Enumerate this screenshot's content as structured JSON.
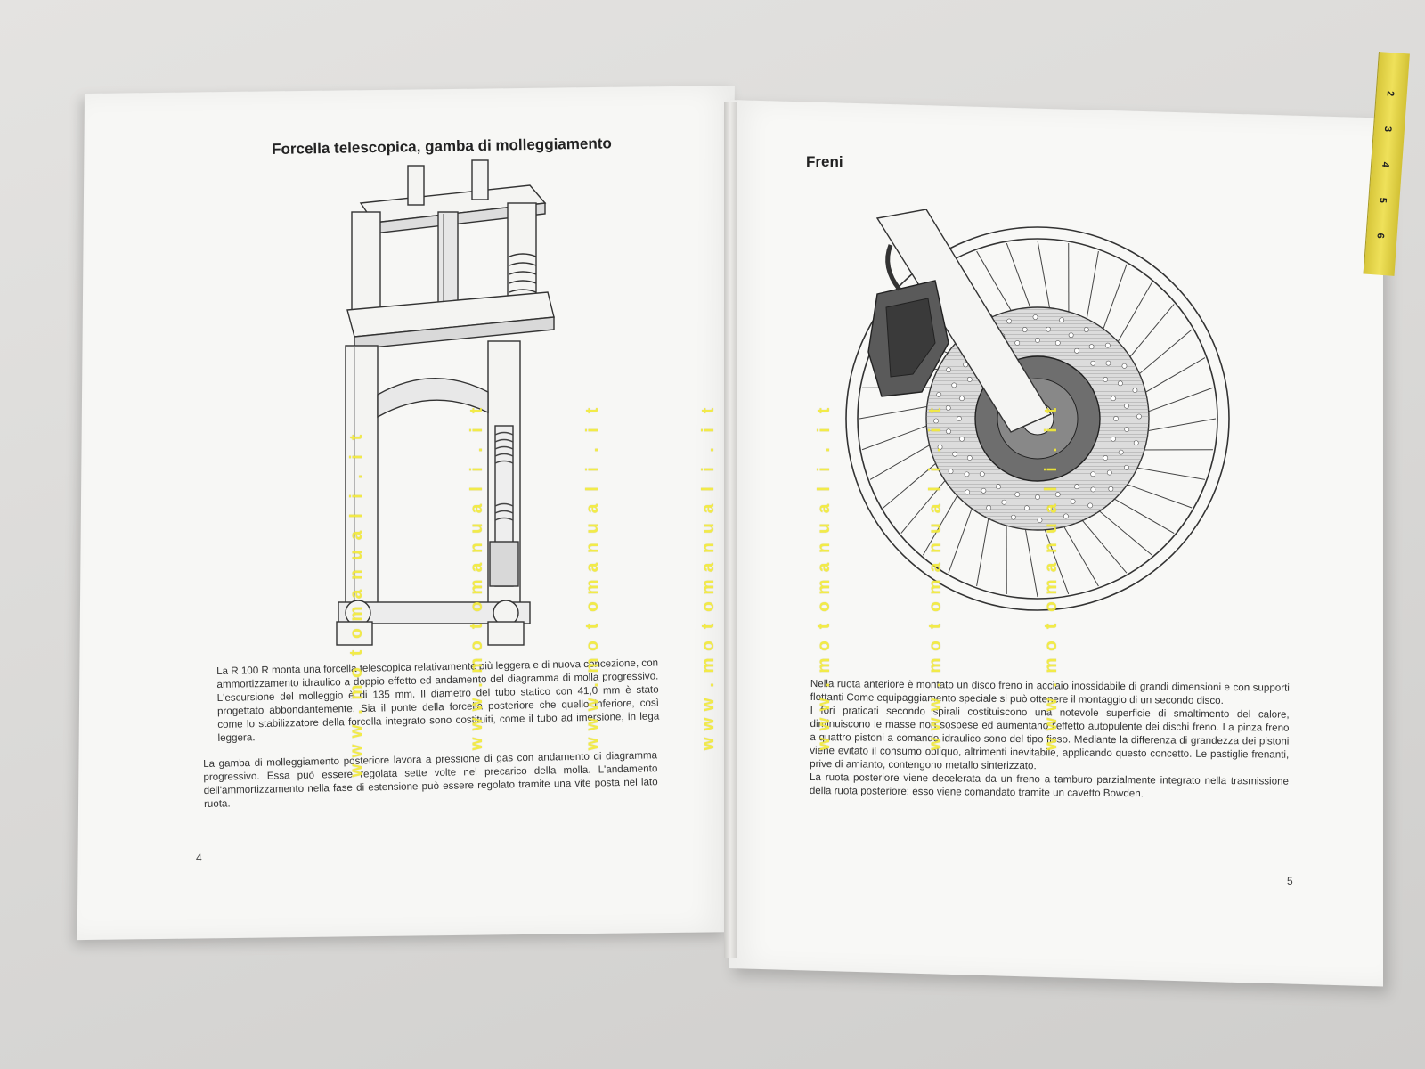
{
  "left_page": {
    "title": "Forcella telescopica, gamba di molleggiamento",
    "paragraph1": "La R 100 R monta una forcella telescopica relativamente più leggera e di nuova concezione, con ammortizzamento idraulico a doppio effetto ed andamento del diagramma di molla progressivo. L'escursione del molleggio è di 135 mm. Il diametro del tubo statico con 41,0 mm è stato progettato abbondantemente. Sia il ponte della forcella posteriore che quello inferiore, così come lo stabilizzatore della forcella integrato sono costituiti, come il tubo ad imersione, in lega leggera.",
    "paragraph2": "La gamba di molleggiamento posteriore lavora a pressione di gas con andamento di diagramma progressivo. Essa può essere regolata sette volte nel precarico della molla. L'andamento dell'ammortizzamento nella fase di estensione può essere regolato tramite una vite posta nel lato ruota.",
    "page_number": "4"
  },
  "right_page": {
    "title": "Freni",
    "lines": [
      "Nella ruota anteriore è montato un disco freno in acciaio inossidabile di grandi dimensioni e con supporti flottanti Come equipaggiamento speciale si può ottenere il montaggio di un secondo disco.",
      "I fori praticati secondo spirali costituiscono una notevole superficie di smaltimento del calore, diminuiscono le masse non sospese ed aumentano l'effetto autopulente dei dischi freno. La pinza freno a quattro pistoni a comando idraulico sono del tipo fisso. Mediante la differenza di grandezza dei pistoni viene evitato il consumo obliquo, altrimenti inevitabile, applicando questo concetto. Le pastiglie frenanti, prive di amianto, contengono metallo sinterizzato.",
      "La ruota posteriore viene decelerata da un freno a tamburo parzialmente integrato nella trasmissione della ruota posteriore; esso viene comandato tramite un cavetto Bowden."
    ],
    "page_number": "5"
  },
  "watermark": {
    "text": "w w w . m o t o m a n u a l i . i t",
    "color": "#f2ea3a"
  },
  "ruler": {
    "labels": [
      "2",
      "3",
      "4",
      "5",
      "6"
    ]
  }
}
